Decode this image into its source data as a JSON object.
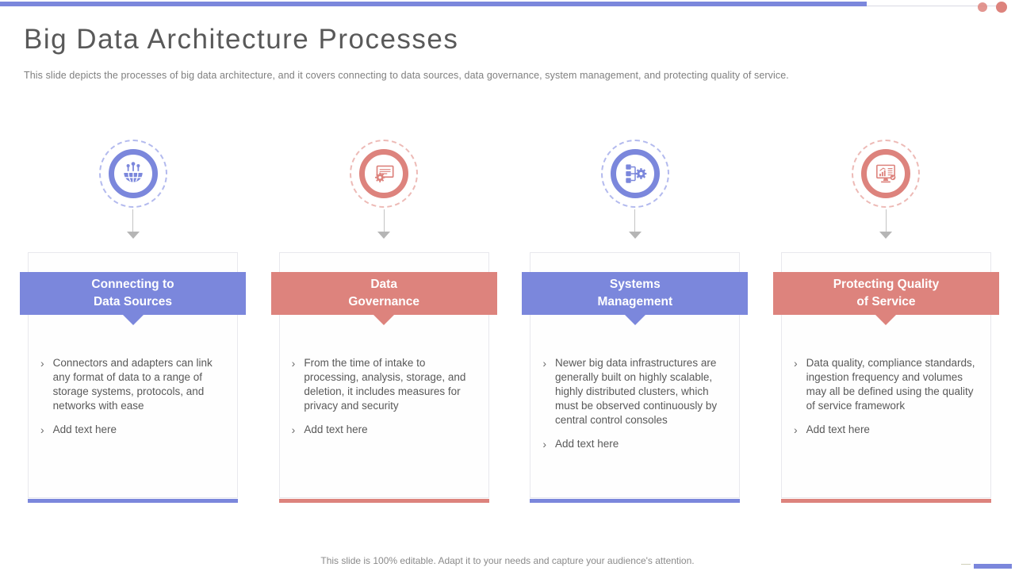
{
  "colors": {
    "blue": "#7B87DC",
    "blue-light": "#B3BAEE",
    "salmon": "#DD837D",
    "salmon-light": "#EDBAB6",
    "title": "#595959",
    "body": "#595959",
    "muted": "#8A8A8A",
    "card-border": "#E8E8ED"
  },
  "header": {
    "title": "Big Data Architecture Processes",
    "subtitle": "This slide depicts the processes of big data architecture, and it covers connecting to data sources, data governance, system management, and protecting quality of service."
  },
  "bullet_char": "›",
  "columns": [
    {
      "icon": "globe-network-icon",
      "accent": "blue",
      "header": "Connecting to\nData Sources",
      "bullets": [
        "Connectors and adapters can link any format of data to a range of storage systems, protocols, and networks with ease",
        "Add text here"
      ]
    },
    {
      "icon": "certificate-gear-icon",
      "accent": "salmon",
      "header": "Data\nGovernance",
      "bullets": [
        "From the time of intake to processing, analysis, storage, and deletion,  it includes measures for privacy and security",
        "Add text here"
      ]
    },
    {
      "icon": "modules-gear-icon",
      "accent": "blue",
      "header": "Systems\nManagement",
      "bullets": [
        "Newer big data infrastructures are generally built on highly scalable, highly distributed clusters, which must be observed continuously by central control consoles",
        "Add text here"
      ]
    },
    {
      "icon": "monitor-chart-icon",
      "accent": "salmon",
      "header": "Protecting Quality\nof Service",
      "bullets": [
        "Data quality, compliance standards, ingestion frequency and volumes may all be defined using the quality of  service framework",
        "Add text here"
      ]
    }
  ],
  "footer": {
    "note": "This slide is 100% editable. Adapt it to your needs and capture your audience's attention."
  }
}
